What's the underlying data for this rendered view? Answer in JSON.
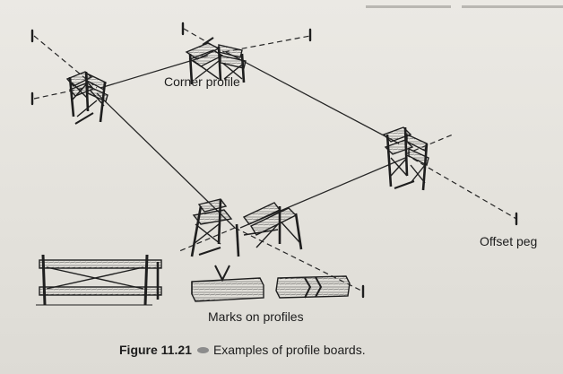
{
  "labels": {
    "corner_profile": "Corner profile",
    "offset_peg": "Offset peg",
    "marks_on_profiles": "Marks on profiles"
  },
  "caption": {
    "number": "Figure 11.21",
    "text": "Examples of profile boards."
  },
  "icons": {
    "caption_bullet": "grey-oval-bullet"
  },
  "colors": {
    "ink": "#1e1e1e",
    "paper": "#e6e4df",
    "bullet": "#8c8c8c"
  }
}
